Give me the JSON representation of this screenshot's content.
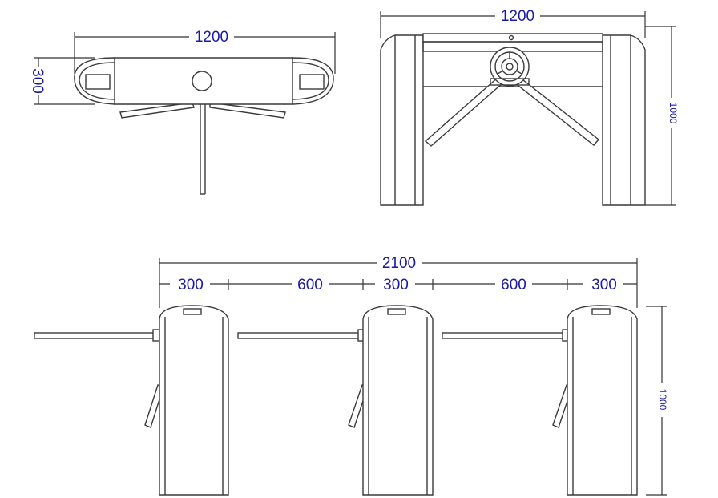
{
  "dimensions": {
    "top_view": {
      "width": "1200",
      "depth": "300"
    },
    "front_view": {
      "width": "1200",
      "height": "1000"
    },
    "side_view": {
      "total": "2100",
      "segments": [
        "300",
        "600",
        "300",
        "600",
        "300"
      ],
      "height": "1000"
    }
  },
  "colors": {
    "line": "#3a3a3a",
    "dimension_text": "#1a1aa8"
  }
}
